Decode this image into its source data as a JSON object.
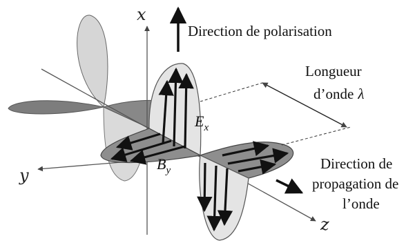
{
  "axes": {
    "x_label": "x",
    "y_label": "y",
    "z_label": "z"
  },
  "labels": {
    "polarisation": "Direction de polarisation",
    "wavelength_line1": "Longueur",
    "wavelength_line2": "d’onde",
    "wavelength_symbol": "λ",
    "propagation_line1": "Direction de",
    "propagation_line2": "propagation de",
    "propagation_line3": "l’onde",
    "e_field": "E",
    "e_sub": "x",
    "b_field": "B",
    "b_sub": "y"
  },
  "colors": {
    "electric_lobe": "#e4e4e4",
    "magnetic_lobe": "#8e8e8e",
    "back_electric_lobe": "#d6d6d6",
    "back_magnetic_lobe": "#7d7d7d",
    "arrows": "#111111",
    "axes": "#555555"
  }
}
